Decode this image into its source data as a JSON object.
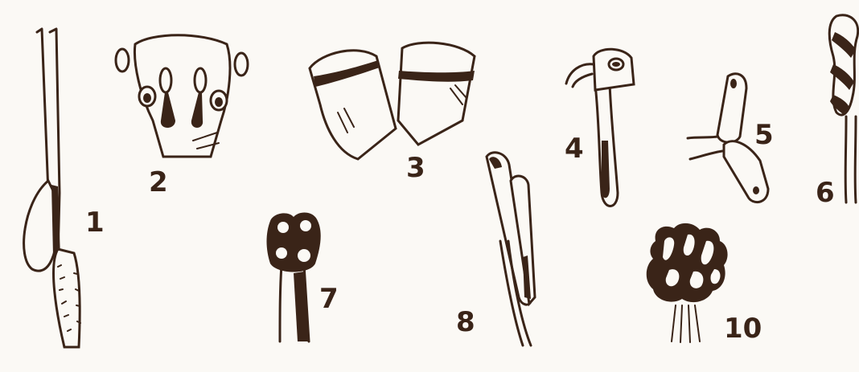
{
  "figure_numbers": [
    "1",
    "2",
    "3",
    "4",
    "5",
    "6",
    "7",
    "8",
    "10"
  ],
  "colors": {
    "ink": "#3a2418",
    "paper": "#fbf9f5"
  }
}
